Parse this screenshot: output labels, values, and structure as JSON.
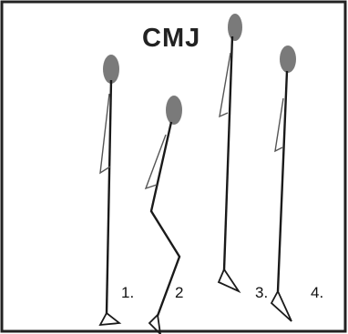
{
  "title": "CMJ",
  "phases": [
    {
      "label": "1."
    },
    {
      "label": "2"
    },
    {
      "label": "3."
    },
    {
      "label": "4."
    }
  ],
  "colors": {
    "head": "#7a7a7a",
    "line": "#1a1a1a",
    "frame": "#222222",
    "background": "#ffffff"
  }
}
